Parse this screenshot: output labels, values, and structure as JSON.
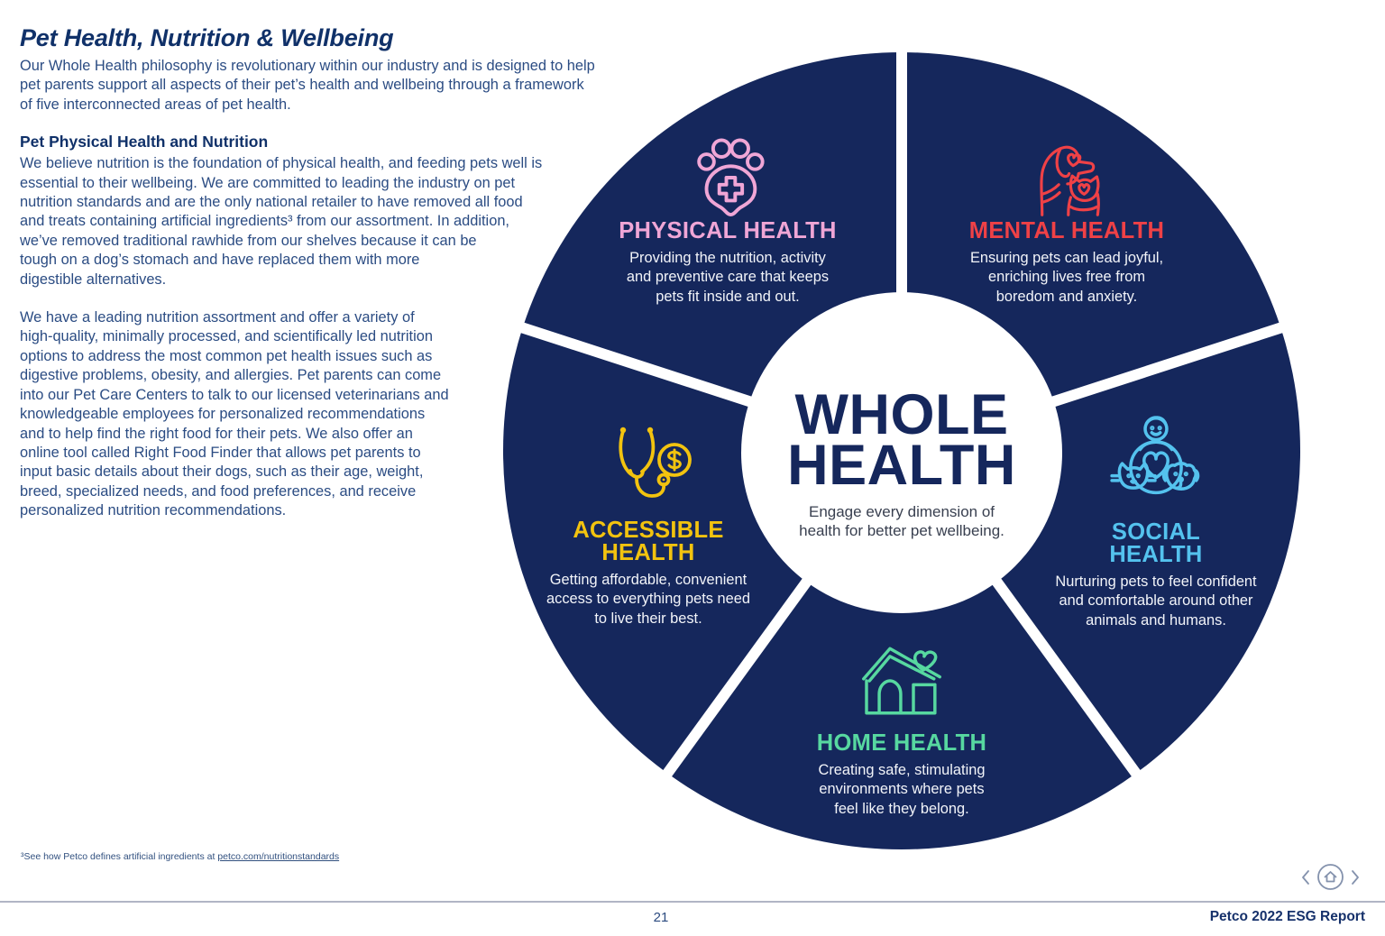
{
  "report": {
    "left_column": {
      "title": "Pet Health, Nutrition & Wellbeing",
      "intro": "Our Whole Health philosophy is revolutionary within our industry and is designed to help\npet parents support all aspects of their pet’s health and wellbeing through a framework\nof five interconnected areas of pet health.",
      "section_heading": "Pet Physical Health and Nutrition",
      "paragraph_1": "We believe nutrition is the foundation of physical health, and feeding pets well is\nessential to their wellbeing. We are committed to leading the industry on pet\nnutrition standards and are the only national retailer to have removed all food\nand treats containing artificial ingredients³ from our assortment. In addition,\nwe’ve removed traditional rawhide from our shelves because it can be\ntough on a dog’s stomach and have replaced them with more\ndigestible alternatives.",
      "paragraph_2": "We have a leading nutrition assortment and offer a variety of\nhigh-quality, minimally processed, and scientifically led nutrition\noptions to address the most common pet health issues such as\ndigestive problems, obesity, and allergies. Pet parents can come\ninto our Pet Care Centers to talk to our licensed veterinarians and\nknowledgeable employees for personalized recommendations\nand to help find the right food for their pets. We also offer an\nonline tool called Right Food Finder that allows pet parents to\ninput basic details about their dogs, such as their age, weight,\nbreed, specialized needs, and food preferences, and receive\npersonalized nutrition recommendations.",
      "footnote_prefix": "³See how Petco defines artificial ingredients at ",
      "footnote_link": "petco.com/nutritionstandards"
    },
    "wheel": {
      "wheel_color": "#15275c",
      "center_title": "WHOLE\nHEALTH",
      "center_subtitle": "Engage every dimension of\nhealth for better pet wellbeing.",
      "segments": [
        {
          "id": "physical",
          "title": "PHYSICAL HEALTH",
          "accent_color": "#f0a6d6",
          "icon": "paw-medical-cross-icon",
          "description": "Providing the nutrition, activity\nand preventive care that keeps\npets fit inside and out."
        },
        {
          "id": "mental",
          "title": "MENTAL HEALTH",
          "accent_color": "#ef4146",
          "icon": "dog-and-cat-hearts-icon",
          "description": "Ensuring pets can lead joyful,\nenriching lives free from\nboredom and anxiety."
        },
        {
          "id": "social",
          "title": "SOCIAL\nHEALTH",
          "accent_color": "#54c2ee",
          "icon": "person-with-pets-heart-icon",
          "description": "Nurturing pets to feel confident\nand comfortable around other\nanimals and humans."
        },
        {
          "id": "home",
          "title": "HOME HEALTH",
          "accent_color": "#57d8a0",
          "icon": "doghouse-heart-icon",
          "description": "Creating safe, stimulating\nenvironments where pets\nfeel like they belong."
        },
        {
          "id": "accessible",
          "title": "ACCESSIBLE\nHEALTH",
          "accent_color": "#f2c30f",
          "icon": "stethoscope-dollar-icon",
          "description": "Getting affordable, convenient\naccess to everything pets need\nto live their best."
        }
      ]
    },
    "footer": {
      "page_number": "21",
      "report_label": "Petco 2022 ESG Report"
    }
  }
}
